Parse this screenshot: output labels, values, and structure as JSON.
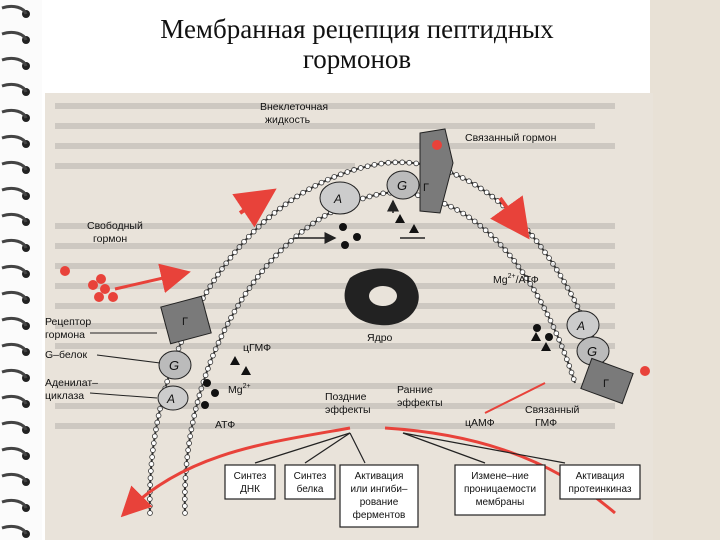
{
  "title": {
    "line1": "Мембранная рецепция пептидных",
    "line2": "гормонов"
  },
  "colors": {
    "arrow_red": "#e8423a",
    "receptor": "#7a7a7a",
    "membrane": "#333333",
    "scan_bg": "#e9e3da"
  },
  "diagram": {
    "labels": {
      "extracellular": [
        "Внеклеточная",
        "жидкость"
      ],
      "bound_hormone": "Связанный гормон",
      "free_hormone": [
        "Свободный",
        "гормон"
      ],
      "hormone_receptor": [
        "Рецептор",
        "гормона"
      ],
      "g_protein": "G–белок",
      "adenylate_cyclase": [
        "Аденилат–",
        "циклаза"
      ],
      "atp": "АТФ",
      "cgmp": "цГМФ",
      "mg_bottom": "Mg",
      "nucleus": "Ядро",
      "mg_atp": "Mg",
      "mg_atp_suffix": "/АТФ",
      "late_effects": [
        "Поздние",
        "эффекты"
      ],
      "early_effects": [
        "Ранние",
        "эффекты"
      ],
      "camp": "цАМФ",
      "bound_gmp": [
        "Связанный",
        "ГМФ"
      ],
      "superscript": "2+"
    },
    "receptor_letters": {
      "G": "G",
      "A": "A",
      "R": "Г"
    },
    "effects": [
      [
        "Синтез",
        "ДНК"
      ],
      [
        "Синтез",
        "белка"
      ],
      [
        "Активация",
        "или ингиби–",
        "рование",
        "ферментов"
      ],
      [
        "Измене–ние",
        "проницаемости",
        "мембраны"
      ],
      [
        "Активация",
        "протеинкиназ"
      ]
    ]
  }
}
